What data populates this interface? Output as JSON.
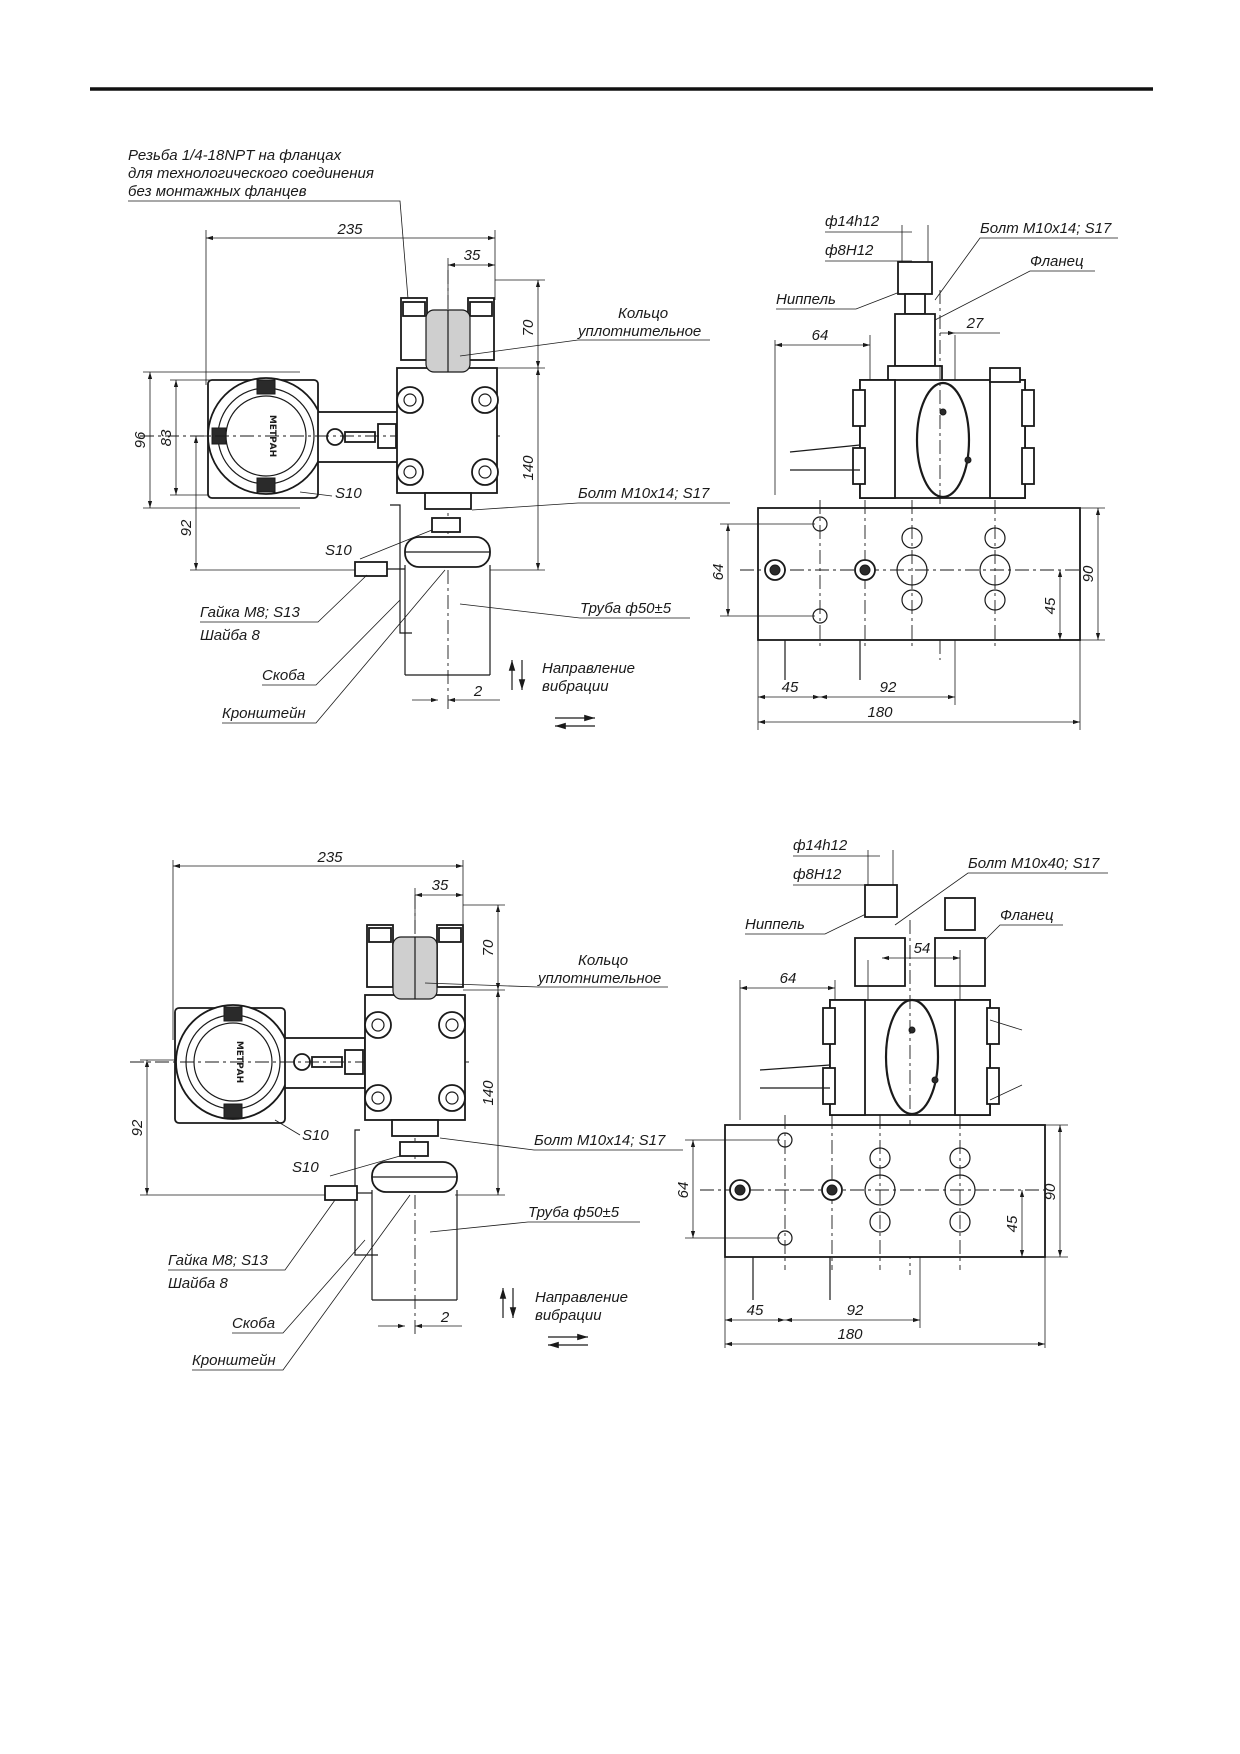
{
  "top": {
    "side_view": {
      "thread_note_line1": "Резьба 1/4-18NPT на фланцах",
      "thread_note_line2": "для технологического соединения",
      "thread_note_line3": "без монтажных фланцев",
      "dim_235": "235",
      "dim_35": "35",
      "dim_70": "70",
      "dim_96": "96",
      "dim_83": "83",
      "dim_92": "92",
      "dim_140": "140",
      "dim_2": "2",
      "s10_a": "S10",
      "s10_b": "S10",
      "ring_line1": "Кольцо",
      "ring_line2": "уплотнительное",
      "bolt": "Болт М10х14; S17",
      "nut": "Гайка М8; S13",
      "washer": "Шайба 8",
      "pipe": "Труба ф50±5",
      "clamp": "Скоба",
      "bracket": "Кронштейн",
      "vibration_line1": "Направление",
      "vibration_line2": "вибрации",
      "brand": "МЕТРАН"
    },
    "front_view": {
      "d14": "ф14h12",
      "d8": "ф8H12",
      "bolt": "Болт М10х14; S17",
      "flange": "Фланец",
      "nipple": "Ниппель",
      "dim_64a": "64",
      "dim_27": "27",
      "dim_64b": "64",
      "dim_90": "90",
      "dim_45v": "45",
      "dim_45": "45",
      "dim_92": "92",
      "dim_180": "180"
    }
  },
  "bottom": {
    "side_view": {
      "dim_235": "235",
      "dim_35": "35",
      "dim_70": "70",
      "dim_92": "92",
      "dim_140": "140",
      "dim_2": "2",
      "s10_a": "S10",
      "s10_b": "S10",
      "ring_line1": "Кольцо",
      "ring_line2": "уплотнительное",
      "bolt": "Болт М10х14; S17",
      "nut": "Гайка М8; S13",
      "washer": "Шайба 8",
      "pipe": "Труба ф50±5",
      "clamp": "Скоба",
      "bracket": "Кронштейн",
      "vibration_line1": "Направление",
      "vibration_line2": "вибрации",
      "brand": "МЕТРАН"
    },
    "front_view": {
      "d14": "ф14h12",
      "d8": "ф8H12",
      "bolt": "Болт М10х40; S17",
      "flange": "Фланец",
      "nipple": "Ниппель",
      "dim_54": "54",
      "dim_64a": "64",
      "dim_64b": "64",
      "dim_90": "90",
      "dim_45v": "45",
      "dim_45": "45",
      "dim_92": "92",
      "dim_180": "180"
    }
  }
}
